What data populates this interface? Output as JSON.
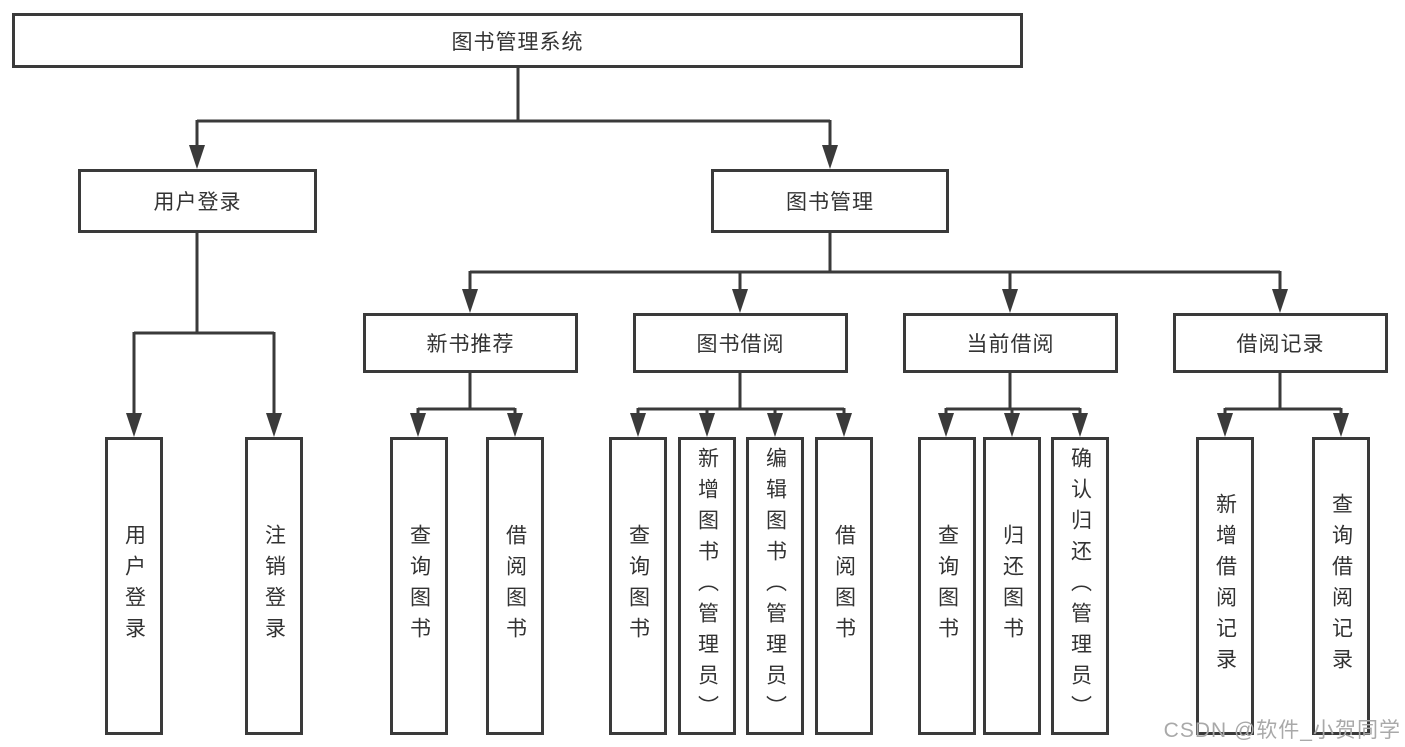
{
  "diagram": {
    "root": {
      "label": "图书管理系统"
    },
    "children": [
      {
        "label": "用户登录",
        "children": [
          {
            "label": "用户登录"
          },
          {
            "label": "注销登录"
          }
        ]
      },
      {
        "label": "图书管理",
        "children": [
          {
            "label": "新书推荐",
            "children": [
              {
                "label": "查询图书"
              },
              {
                "label": "借阅图书"
              }
            ]
          },
          {
            "label": "图书借阅",
            "children": [
              {
                "label": "查询图书"
              },
              {
                "label": "新增图书（管理员）"
              },
              {
                "label": "编辑图书（管理员）"
              },
              {
                "label": "借阅图书"
              }
            ]
          },
          {
            "label": "当前借阅",
            "children": [
              {
                "label": "查询图书"
              },
              {
                "label": "归还图书"
              },
              {
                "label": "确认归还（管理员）"
              }
            ]
          },
          {
            "label": "借阅记录",
            "children": [
              {
                "label": "新增借阅记录"
              },
              {
                "label": "查询借阅记录"
              }
            ]
          }
        ]
      }
    ]
  },
  "watermark": {
    "text": "CSDN @软件_小贺同学"
  },
  "colors": {
    "line": "#3a3a3a",
    "box_border": "#3a3a3a",
    "text": "#333333",
    "background": "#ffffff",
    "watermark": "#a9a9a9"
  }
}
